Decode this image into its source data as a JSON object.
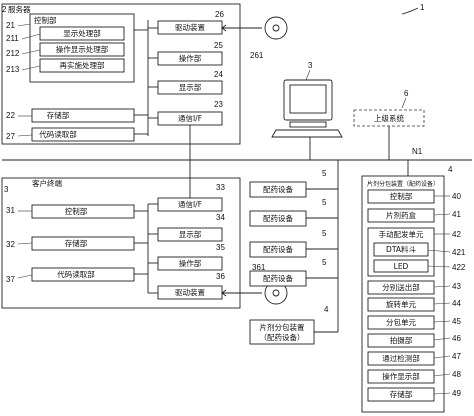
{
  "figure_number": "1",
  "server": {
    "title": "服务器",
    "ref": "2",
    "control": {
      "label": "控制部",
      "ref": "21"
    },
    "sub_units": [
      {
        "label": "显示处理部",
        "ref": "211"
      },
      {
        "label": "操作显示处理部",
        "ref": "212"
      },
      {
        "label": "再实施处理部",
        "ref": "213"
      }
    ],
    "storage": {
      "label": "存储部",
      "ref": "22"
    },
    "code_reader": {
      "label": "代码读取部",
      "ref": "27"
    },
    "drive": {
      "label": "驱动装置",
      "ref": "26"
    },
    "operation": {
      "label": "操作部",
      "ref": "25"
    },
    "display": {
      "label": "显示部",
      "ref": "24"
    },
    "comm": {
      "label": "通信I/F",
      "ref": "23"
    },
    "disc_ref": "261"
  },
  "client": {
    "title": "客户终端",
    "ref": "3",
    "control": {
      "label": "控制部",
      "ref": "31"
    },
    "storage": {
      "label": "存储部",
      "ref": "32"
    },
    "code_reader": {
      "label": "代码读取部",
      "ref": "37"
    },
    "comm": {
      "label": "通信I/F",
      "ref": "33"
    },
    "display": {
      "label": "显示部",
      "ref": "34"
    },
    "operation": {
      "label": "操作部",
      "ref": "35"
    },
    "drive": {
      "label": "驱动装置",
      "ref": "36"
    },
    "disc_ref": "361"
  },
  "monitor_ref": "3",
  "upper_system": {
    "label": "上级系统",
    "ref": "6"
  },
  "network_ref": "N1",
  "dispensers": [
    {
      "label": "配药设备",
      "ref": "5"
    },
    {
      "label": "配药设备",
      "ref": "5"
    },
    {
      "label": "配药设备",
      "ref": "5"
    },
    {
      "label": "配药设备",
      "ref": "5"
    }
  ],
  "tablet_packager_small": {
    "line1": "片剂分包装置",
    "line2": "（配药设备）",
    "ref": "4"
  },
  "tablet_packager": {
    "title": "片剂分包装置（配药设备）",
    "ref": "4",
    "control": {
      "label": "控制部",
      "ref": "40"
    },
    "tablet_box": {
      "label": "片剂药盒",
      "ref": "41"
    },
    "manual": {
      "label": "手动配发单元",
      "ref": "42"
    },
    "dta_hopper": {
      "label": "DTA料斗",
      "ref": "421"
    },
    "led": {
      "label": "LED",
      "ref": "422"
    },
    "units": [
      {
        "label": "分别送出部",
        "ref": "43"
      },
      {
        "label": "旋转单元",
        "ref": "44"
      },
      {
        "label": "分包单元",
        "ref": "45"
      },
      {
        "label": "拍摄部",
        "ref": "46"
      },
      {
        "label": "通过检测部",
        "ref": "47"
      },
      {
        "label": "操作显示部",
        "ref": "48"
      },
      {
        "label": "存储部",
        "ref": "49"
      }
    ]
  }
}
